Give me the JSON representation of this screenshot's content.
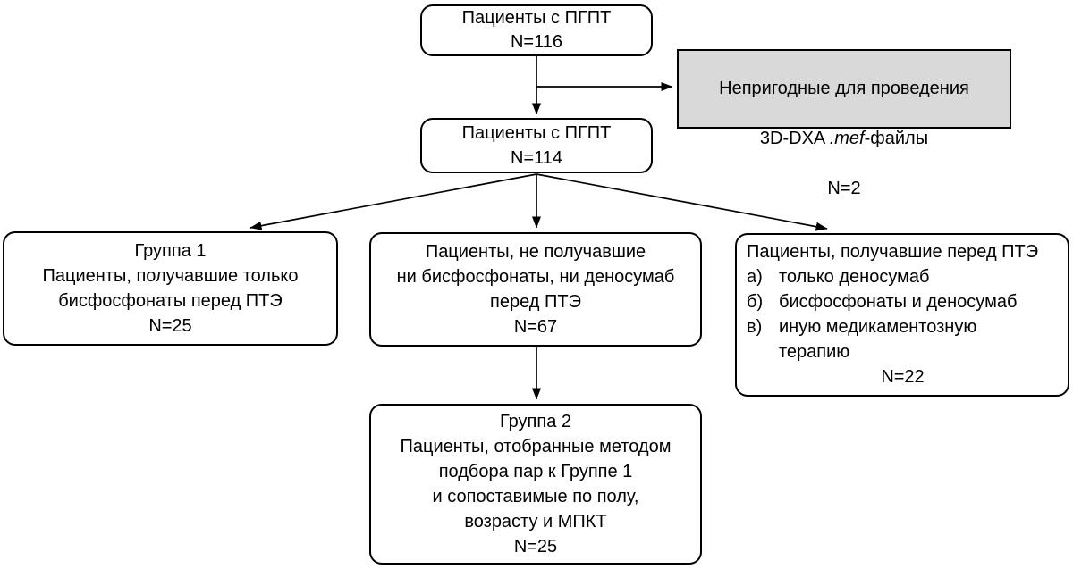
{
  "figure": {
    "title": "Flowchart of patient selection (ПГПТ study)",
    "background": "#ffffff",
    "stroke_color": "#000000",
    "excluded_fill": "#d9d9d9"
  },
  "nodes": {
    "patients116": {
      "text": "Пациенты с ПГПТ\nN=116"
    },
    "excluded": {
      "line1": "Непригодные для проведения",
      "line2_prefix": "3D-DXA ",
      "line2_italic": ".mef",
      "line2_suffix": "-файлы",
      "line3": "N=2"
    },
    "patients114": {
      "text": "Пациенты с ПГПТ\nN=114"
    },
    "group1": {
      "text": "Группа 1\nПациенты, получавшие только\nбисфосфонаты перед ПТЭ\nN=25"
    },
    "untreated": {
      "text": "Пациенты, не получавшие\nни бисфосфонаты, ни деносумаб\nперед ПТЭ\nN=67"
    },
    "treated": {
      "header": "Пациенты, получавшие перед ПТЭ",
      "items": [
        {
          "marker": "а)",
          "text": "только деносумаб"
        },
        {
          "marker": "б)",
          "text": "бисфосфонаты и деносумаб"
        },
        {
          "marker": "в)",
          "text": "иную медикаментозную\nтерапию"
        }
      ],
      "count": "N=22"
    },
    "group2": {
      "text": "Группа 2\nПациенты, отобранные методом\nподбора пар к Группе 1\nи сопоставимые по полу,\nвозрасту и МПКТ\nN=25"
    }
  }
}
